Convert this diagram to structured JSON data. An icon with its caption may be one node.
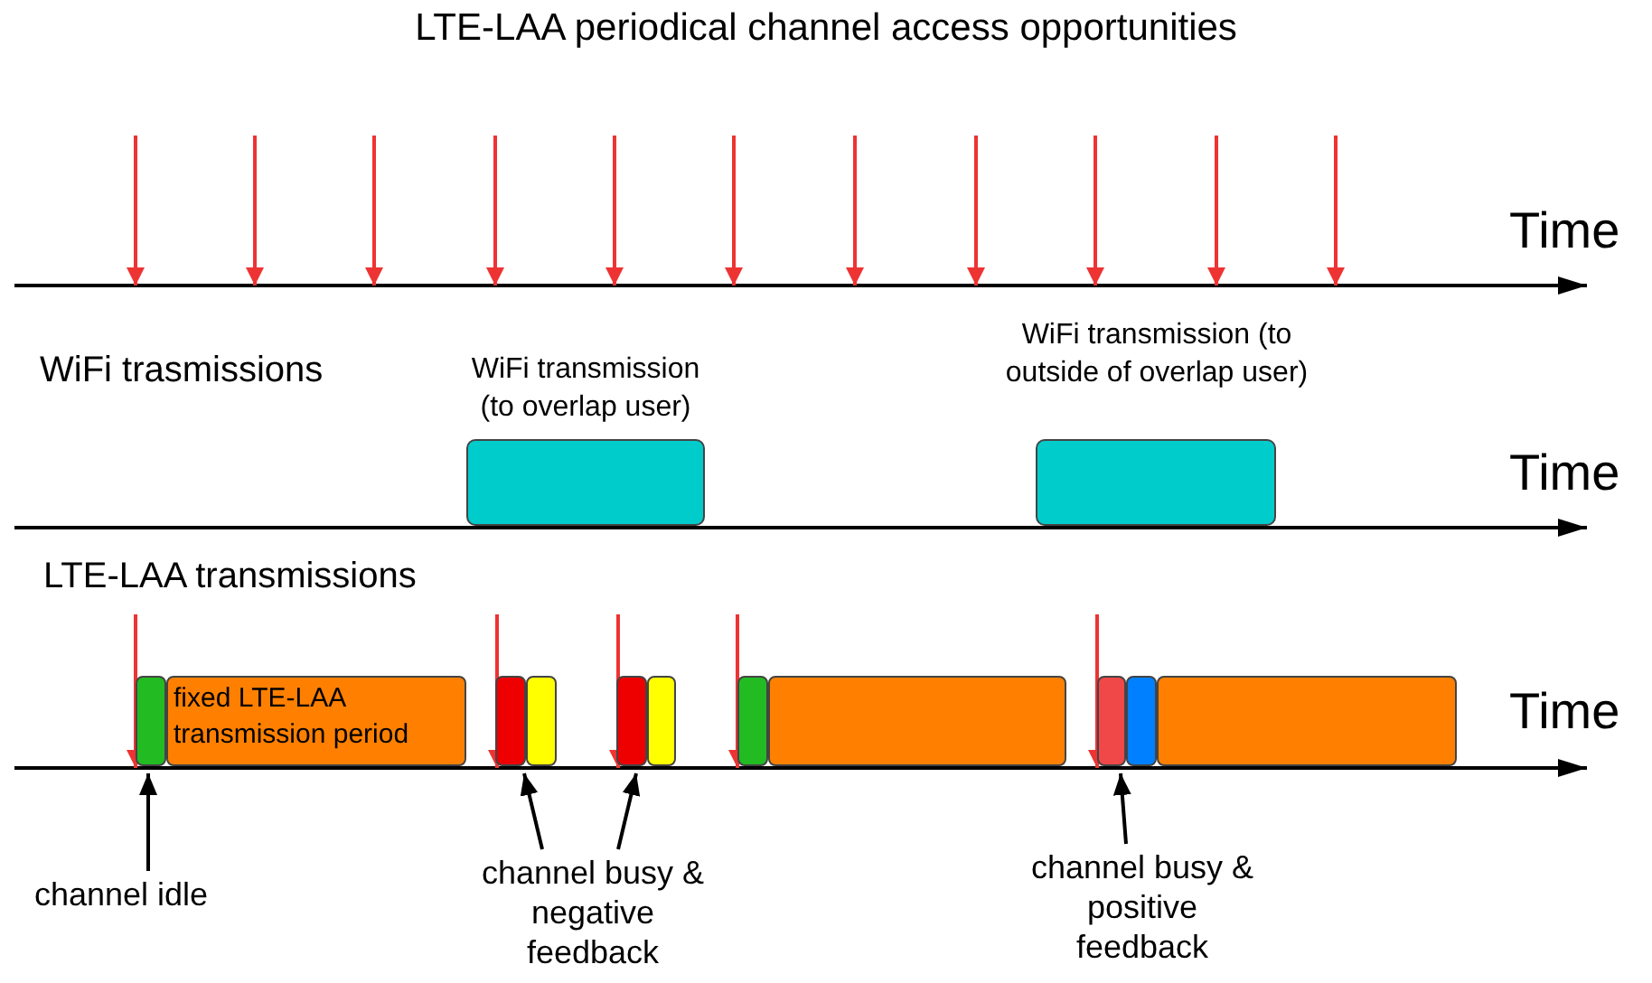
{
  "diagram": {
    "title": "LTE-LAA periodical channel access opportunities",
    "nodes": [
      {
        "text": [
          "WiFi transmission (to overlap user)"
        ]
      },
      {
        "text": [
          "WiFi transmission (to outside of overlap user)"
        ]
      },
      {
        "text": [],
        "shape": "box"
      },
      {
        "text": [
          "fixed LTE-LAA transmission period"
        ]
      },
      {
        "text": [],
        "shape": "box"
      },
      {
        "text": [],
        "shape": "box"
      },
      {
        "text": [],
        "shape": "box"
      },
      {
        "text": [],
        "shape": "box"
      },
      {
        "text": [],
        "shape": "box"
      },
      {
        "text": [],
        "shape": "box"
      },
      {
        "text": [],
        "shape": "box"
      },
      {
        "text": [],
        "shape": "box"
      },
      {
        "text": [],
        "shape": "box"
      },
      {
        "text": [
          "channel idle"
        ]
      },
      {
        "text": [
          "channel busy & negative feedback"
        ]
      },
      {
        "text": [
          "channel busy & positive feedback"
        ]
      }
    ],
    "edges": [
      {
        "from": 13,
        "to": 2,
        "arrow": "to"
      },
      {
        "from": 14,
        "to": 4,
        "arrow": "to"
      },
      {
        "from": 14,
        "to": 6,
        "arrow": "to"
      },
      {
        "from": 15,
        "to": 10,
        "arrow": "to"
      }
    ],
    "labels": [
      "Time",
      "WiFi trasmissions",
      "Time",
      "LTE-LAA transmissions",
      "Time"
    ]
  }
}
